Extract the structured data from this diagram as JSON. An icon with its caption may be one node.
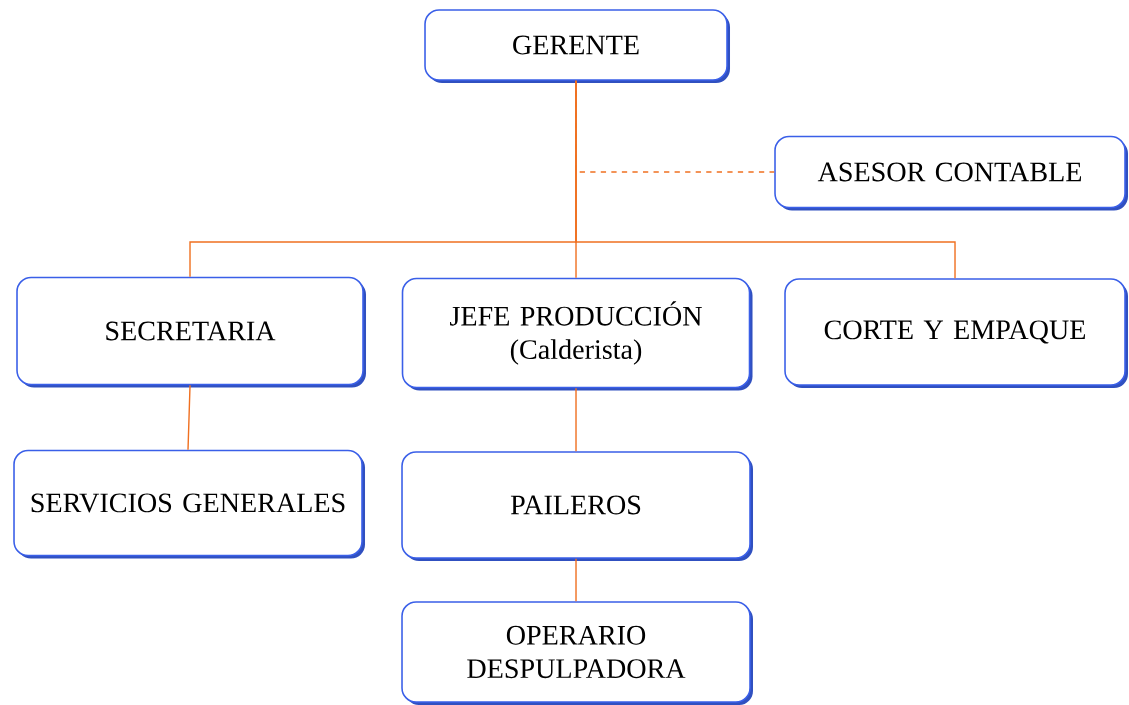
{
  "diagram": {
    "nodes": [
      {
        "text": [
          "GERENTE"
        ]
      },
      {
        "text": [
          "ASESOR CONTABLE"
        ]
      },
      {
        "text": [
          "SECRETARIA"
        ]
      },
      {
        "text": [
          "JEFE PRODUCCIÓN (Calderista)"
        ]
      },
      {
        "text": [
          "CORTE Y EMPAQUE"
        ]
      },
      {
        "text": [
          "SERVICIOS GENERALES"
        ]
      },
      {
        "text": [
          "PAILEROS"
        ]
      },
      {
        "text": [
          "OPERARIO DESPULPADORA"
        ]
      }
    ],
    "edges": [
      {
        "from": 0,
        "to": 1,
        "arrow": "none",
        "style": "dashed"
      },
      {
        "from": 0,
        "to": 2,
        "arrow": "none"
      },
      {
        "from": 0,
        "to": 3,
        "arrow": "none"
      },
      {
        "from": 0,
        "to": 4,
        "arrow": "none"
      },
      {
        "from": 2,
        "to": 5,
        "arrow": "none"
      },
      {
        "from": 3,
        "to": 6,
        "arrow": "none"
      },
      {
        "from": 6,
        "to": 7,
        "arrow": "none"
      }
    ]
  }
}
